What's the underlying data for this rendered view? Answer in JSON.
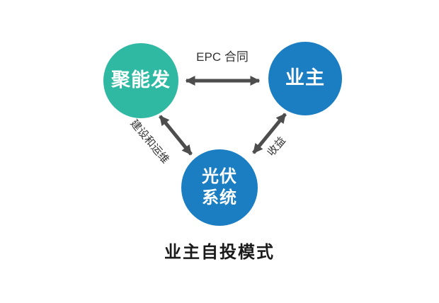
{
  "colors": {
    "teal": "#2fb8a2",
    "blue": "#1b7ec2",
    "arrow": "#4d4d4d",
    "label": "#333333",
    "title": "#1a1a1a",
    "background": "#ffffff"
  },
  "diagram": {
    "type": "relationship-diagram",
    "title": "业主自投模式",
    "nodes": [
      {
        "id": "epc-company",
        "label": "聚能发",
        "shape": "circle",
        "color": "#2fb8a2",
        "text_color": "#ffffff"
      },
      {
        "id": "owner",
        "label": "业主",
        "shape": "circle",
        "color": "#1b7ec2",
        "text_color": "#ffffff"
      },
      {
        "id": "pv-system",
        "label": "光伏\n系统",
        "shape": "circle",
        "color": "#1b7ec2",
        "text_color": "#ffffff"
      }
    ],
    "edges": [
      {
        "id": "epc-contract",
        "from": "epc-company",
        "to": "owner",
        "label": "EPC 合同",
        "direction": "bidirectional"
      },
      {
        "id": "construction-om",
        "from": "epc-company",
        "to": "pv-system",
        "label": "建设和运维",
        "direction": "bidirectional"
      },
      {
        "id": "revenue",
        "from": "owner",
        "to": "pv-system",
        "label": "收益",
        "direction": "bidirectional"
      }
    ]
  }
}
